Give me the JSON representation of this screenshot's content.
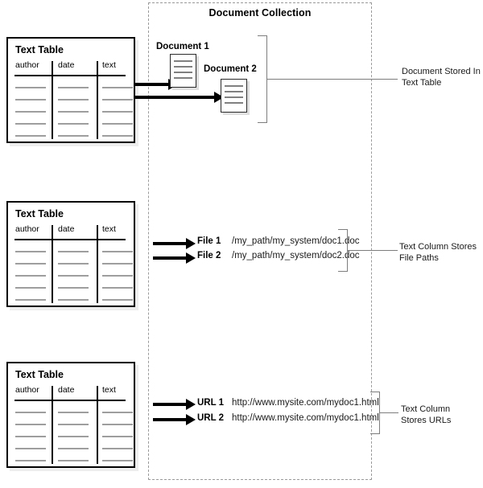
{
  "collection": {
    "title": "Document Collection"
  },
  "tables": [
    {
      "title": "Text Table",
      "columns": [
        "author",
        "date",
        "text"
      ],
      "row_count": 5
    },
    {
      "title": "Text Table",
      "columns": [
        "author",
        "date",
        "text"
      ],
      "row_count": 5
    },
    {
      "title": "Text Table",
      "columns": [
        "author",
        "date",
        "text"
      ],
      "row_count": 5
    }
  ],
  "sections": [
    {
      "kind": "documents",
      "documents": [
        {
          "label": "Document 1"
        },
        {
          "label": "Document 2"
        }
      ],
      "annotation": "Document Stored In\nText Table"
    },
    {
      "kind": "files",
      "items": [
        {
          "label": "File 1",
          "value": "/my_path/my_system/doc1.doc"
        },
        {
          "label": "File 2",
          "value": "/my_path/my_system/doc2.doc"
        }
      ],
      "annotation": "Text Column Stores\nFile Paths"
    },
    {
      "kind": "urls",
      "items": [
        {
          "label": "URL 1",
          "value": "http://www.mysite.com/mydoc1.html"
        },
        {
          "label": "URL 2",
          "value": "http://www.mysite.com/mydoc1.html"
        }
      ],
      "annotation": "Text Column\nStores URLs"
    }
  ],
  "colors": {
    "ink": "#000000",
    "rule": "#9e9e9e",
    "dashed_boundary": "#9a9a9a",
    "bracket": "#7d7d7d",
    "canvas": "#ffffff"
  }
}
